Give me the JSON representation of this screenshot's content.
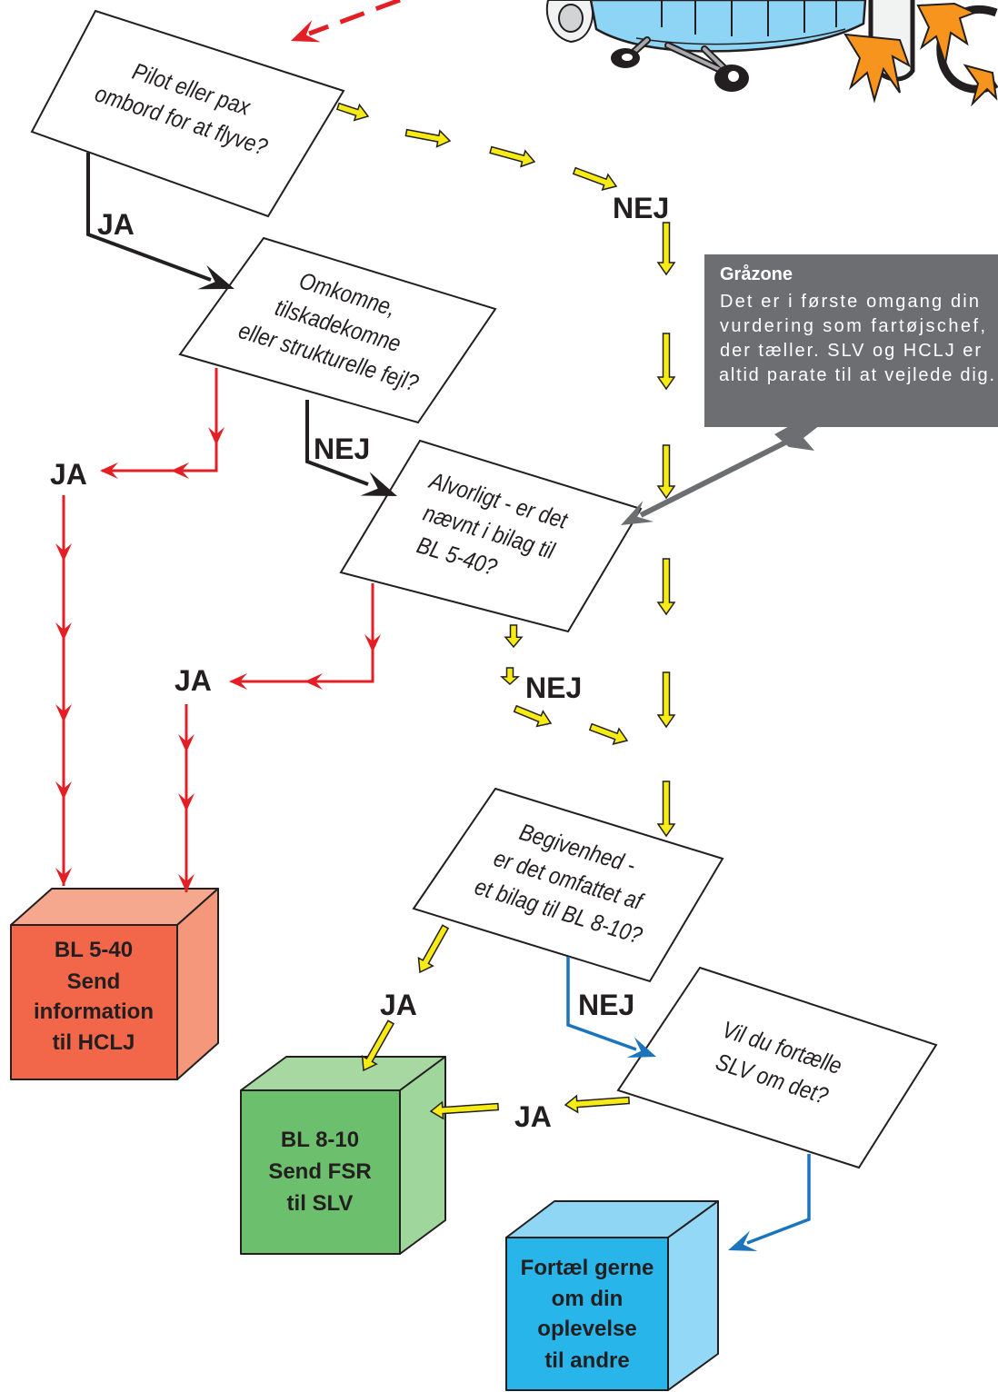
{
  "diagram": {
    "questions": [
      {
        "lines": [
          "Pilot eller pax",
          "ombord for at flyve?"
        ]
      },
      {
        "lines": [
          "Omkomne,",
          "tilskadekomne",
          "eller strukturelle fejl?"
        ]
      },
      {
        "lines": [
          "Alvorligt - er det",
          "nævnt i bilag til",
          "BL 5-40?"
        ]
      },
      {
        "lines": [
          "Begivenhed -",
          "er det omfattet af",
          "et bilag til BL 8-10?"
        ]
      },
      {
        "lines": [
          "Vil du fortælle",
          "SLV om det?"
        ]
      }
    ],
    "edges": [
      {
        "label": "JA"
      },
      {
        "label": "NEJ"
      },
      {
        "label": "JA"
      },
      {
        "label": "NEJ"
      },
      {
        "label": "JA"
      },
      {
        "label": "NEJ"
      },
      {
        "label": "JA"
      },
      {
        "label": "NEJ"
      },
      {
        "label": "JA"
      }
    ],
    "callout": {
      "title": "Gråzone",
      "lines": [
        "Det er i første omgang din",
        "vurdering som fartøjschef,",
        "der tæller. SLV og HCLJ er",
        "altid parate til at vejlede dig."
      ]
    },
    "outcomes": [
      {
        "lines": [
          "BL 5-40",
          "Send",
          "information",
          "til HCLJ"
        ],
        "color": "#f26649"
      },
      {
        "lines": [
          "BL 8-10",
          "Send FSR",
          "til SLV"
        ],
        "color": "#6cbf6d"
      },
      {
        "lines": [
          "Fortæl gerne",
          "om din",
          "oplevelse",
          "til andre"
        ],
        "color": "#27b5ea"
      }
    ],
    "colors": {
      "red": "#e31e24",
      "yellow": "#f6eb14",
      "blue": "#1c75bc",
      "black": "#231f20",
      "gray": "#6d6e71"
    }
  }
}
